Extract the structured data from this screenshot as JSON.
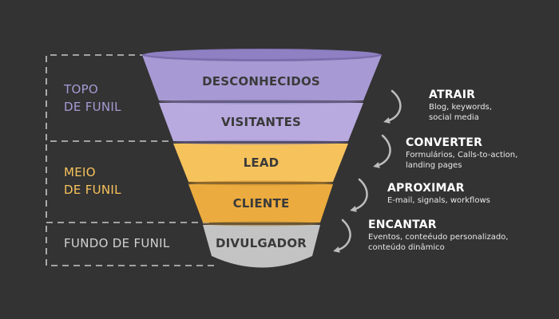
{
  "colors": {
    "background": "#333333",
    "topo": "#a79ad4",
    "topo_light": "#b8aadf",
    "meio": "#f6c25c",
    "meio_dark": "#ebab3e",
    "fundo": "#c3c3c3",
    "dashed_line": "#c8c8c8",
    "arrow": "#bdbdbd"
  },
  "funnel": {
    "stages": [
      {
        "label": "DESCONHECIDOS"
      },
      {
        "label": "VISITANTES"
      },
      {
        "label": "LEAD"
      },
      {
        "label": "CLIENTE"
      },
      {
        "label": "DIVULGADOR"
      }
    ]
  },
  "sections": {
    "topo": {
      "line1": "TOPO",
      "line2": "DE FUNIL"
    },
    "meio": {
      "line1": "MEIO",
      "line2": "DE FUNIL"
    },
    "fundo": {
      "line1": "FUNDO DE FUNIL"
    }
  },
  "actions": [
    {
      "title": "ATRAIR",
      "desc1": "Blog, keywords,",
      "desc2": "social media"
    },
    {
      "title": "CONVERTER",
      "desc1": "Formulários, Calls-to-action,",
      "desc2": "landing pages"
    },
    {
      "title": "APROXIMAR",
      "desc1": "E-mail, signals, workflows",
      "desc2": ""
    },
    {
      "title": "ENCANTAR",
      "desc1": "Eventos, conteéudo personalizado,",
      "desc2": "conteúdo dinâmico"
    }
  ],
  "arrow_icons": [
    "curved-arrow-icon",
    "curved-arrow-icon",
    "curved-arrow-icon",
    "curved-arrow-icon"
  ]
}
